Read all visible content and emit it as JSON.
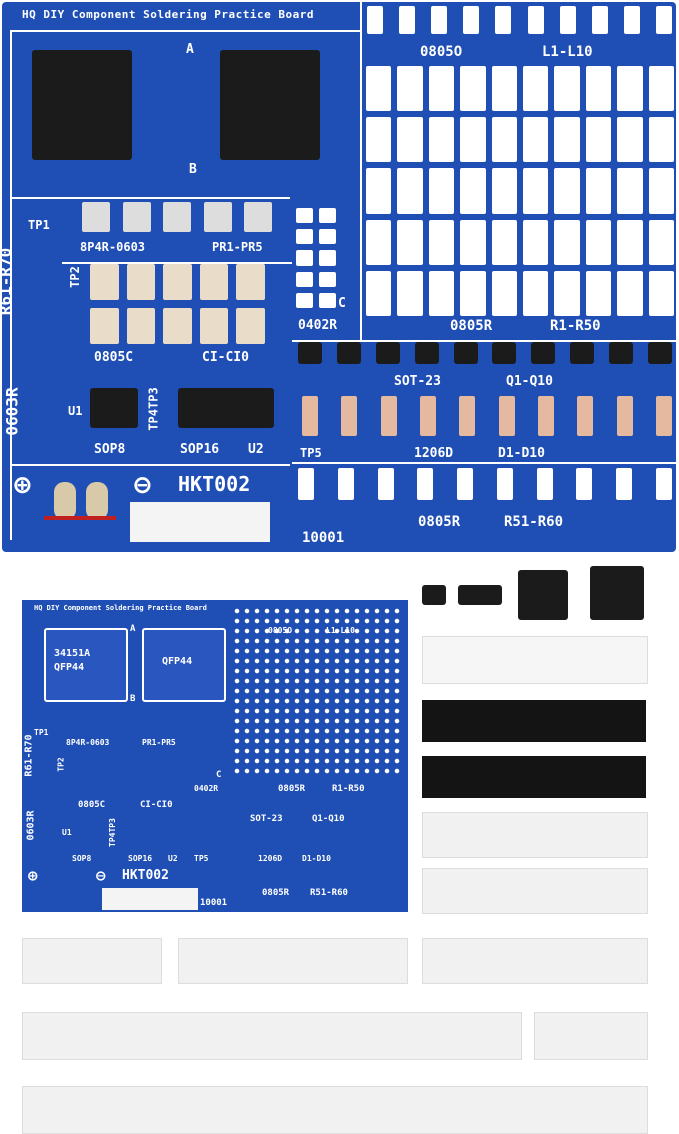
{
  "board_large": {
    "title": "HQ DIY Component Soldering Practice Board",
    "labels": {
      "a": "A",
      "b": "B",
      "led": "0805O",
      "l_range": "L1-L10",
      "tp1": "TP1",
      "r61": "R61-R70",
      "r0603": "0603R",
      "tp2": "TP2",
      "p8p4r": "8P4R-0603",
      "pr": "PR1-PR5",
      "c": "C",
      "r0402": "0402R",
      "r0805a": "0805R",
      "r1r50": "R1-R50",
      "c0805": "0805C",
      "cic10": "CI-CI0",
      "sot": "SOT-23",
      "q": "Q1-Q10",
      "u1": "U1",
      "tp4tp3": "TP4TP3",
      "sop8": "SOP8",
      "sop16": "SOP16",
      "u2": "U2",
      "tp5": "TP5",
      "d1206": "1206D",
      "d1d10": "D1-D10",
      "hkt": "HKT002",
      "n10001": "10001",
      "r0805b": "0805R",
      "r51": "R51-R60",
      "plus": "⊕",
      "minus": "⊖"
    }
  },
  "board_small": {
    "title": "HQ DIY Component Soldering Practice Board",
    "labels": {
      "chip1a": "34151A",
      "chip1b": "QFP44",
      "chip2": "QFP44",
      "a": "A",
      "b": "B",
      "led": "0805O",
      "l_range": "L1-L10",
      "tp1": "TP1",
      "r61": "R61-R70",
      "r0603": "0603R",
      "tp2": "TP2",
      "p8p4r": "8P4R-0603",
      "pr": "PR1-PR5",
      "c": "C",
      "r0402": "0402R",
      "r0805a": "0805R",
      "r1r50": "R1-R50",
      "c0805": "0805C",
      "cic10": "CI-CI0",
      "sot": "SOT-23",
      "q": "Q1-Q10",
      "u1": "U1",
      "tp4tp3": "TP4TP3",
      "sop8": "SOP8",
      "sop16": "SOP16",
      "u2": "U2",
      "tp5": "TP5",
      "d1206": "1206D",
      "d1d10": "D1-D10",
      "hkt": "HKT002",
      "n10001": "10001",
      "r0805b": "0805R",
      "r51": "R51-R60",
      "plus": "⊕",
      "minus": "⊖"
    }
  },
  "components": {
    "chip_sop8": "",
    "chip_sop16": "",
    "chip_qfp_a": "",
    "chip_qfp_b": ""
  },
  "colors": {
    "pcb_blue": "#1f4fb4",
    "silk_white": "#ffffff",
    "tape_white": "#f1f1f1",
    "tape_black": "#141414"
  }
}
